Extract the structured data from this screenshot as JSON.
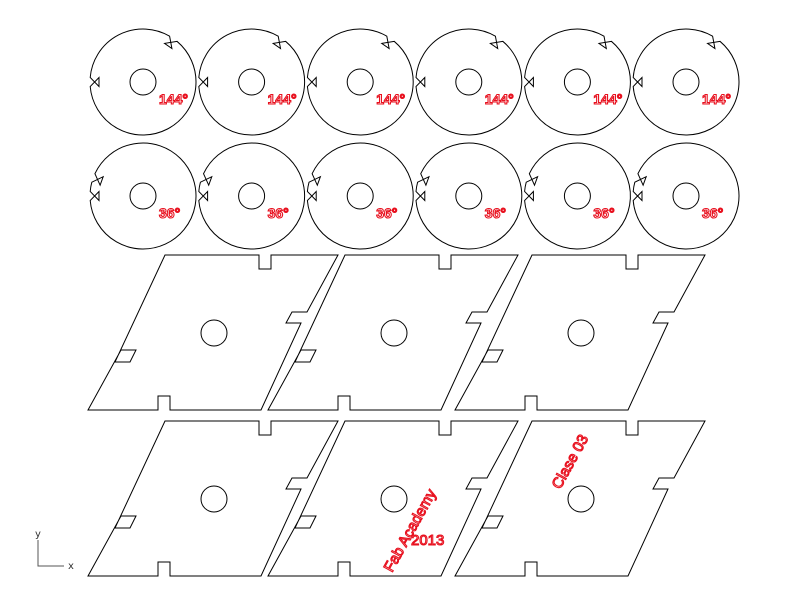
{
  "drawing": {
    "stroke_color": "#000000",
    "engrave_color": "#e8101e",
    "background": "#ffffff"
  },
  "discs_row1": {
    "label": "144°",
    "count": 6
  },
  "discs_row2": {
    "label": "36°",
    "count": 6
  },
  "panels_row1": {
    "count": 3
  },
  "panels_row2": {
    "count": 3
  },
  "engravings": {
    "line1": "Fab Academy",
    "line2": "2013",
    "line3": "Clase 03"
  },
  "axes": {
    "y_label": "y",
    "x_label": "x"
  }
}
